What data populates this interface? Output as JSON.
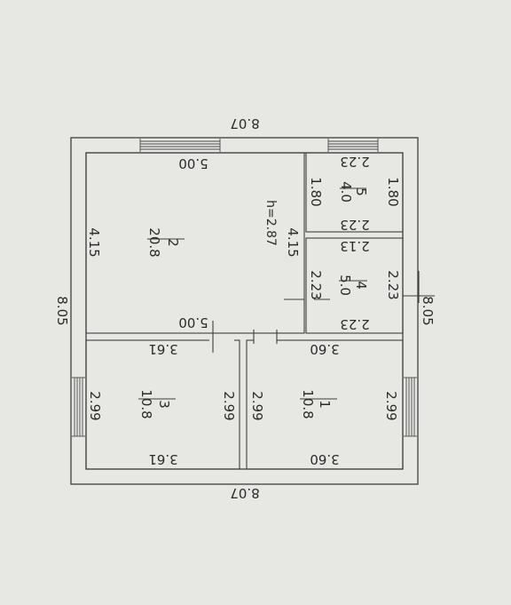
{
  "plan": {
    "outer_width_top": "8.07",
    "outer_width_bottom": "8.07",
    "outer_height_left": "8.05",
    "outer_height_right": "8.05",
    "ceiling_height": "h=2.87"
  },
  "rooms": [
    {
      "number": "1",
      "area": "10.8",
      "top": "3.60",
      "bottom": "3.60",
      "left": "2.99",
      "right": "2.99"
    },
    {
      "number": "2",
      "area": "20.8",
      "top": "5.00",
      "bottom": "5.00",
      "left": "4.15",
      "right": "4.15"
    },
    {
      "number": "3",
      "area": "10.8",
      "top": "3.61",
      "bottom": "3.61",
      "left": "2.99",
      "right": "2.99"
    },
    {
      "number": "4",
      "area": "5.0",
      "top": "2.23",
      "bottom": "2.13",
      "left": "2.23",
      "right": "2.23"
    },
    {
      "number": "5",
      "area": "4.0",
      "top": "2.23",
      "bottom": "2.23",
      "left": "1.80",
      "right": "1.80"
    }
  ]
}
